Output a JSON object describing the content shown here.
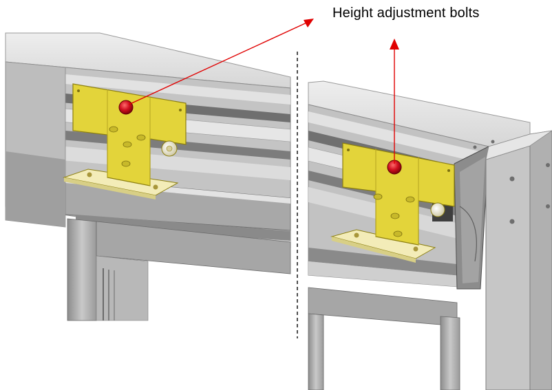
{
  "annotation": {
    "label": "Height adjustment bolts",
    "arrow_color": "#e00000"
  },
  "colors": {
    "bracket": "#e3d43a",
    "bracket_edge": "#8c7f10",
    "guide_plate": "#f3ecb8",
    "bolt": "#cc1020",
    "profile_light": "#d9d9d9",
    "profile_mid": "#b5b5b5",
    "profile_dark": "#7a7a7a"
  },
  "views": [
    {
      "id": "left-view",
      "content": "door track with adjustable hanger bracket"
    },
    {
      "id": "right-view",
      "content": "door track end with adjustable hanger bracket and end cap"
    }
  ]
}
